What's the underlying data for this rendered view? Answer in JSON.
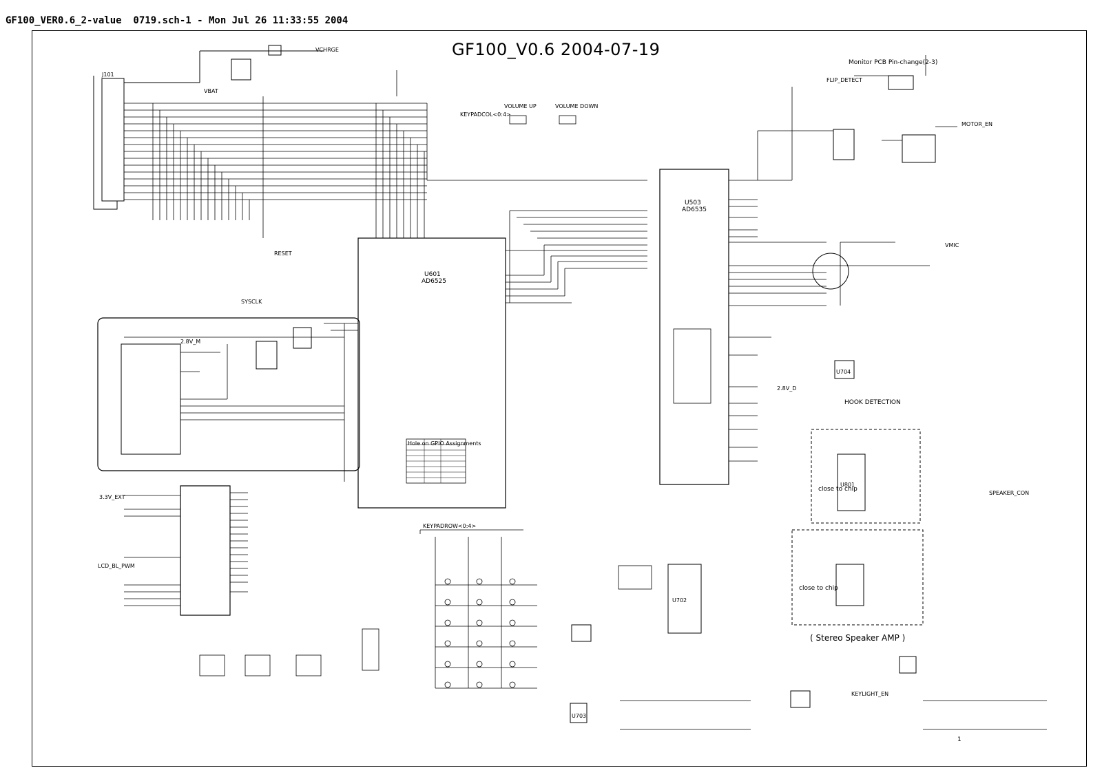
{
  "header": {
    "file_line": "GF100_VER0.6_2-value  0719.sch-1 - Mon Jul 26 11:33:55 2004"
  },
  "sheet": {
    "title": "GF100_V0.6 2004-07-19"
  },
  "labels": {
    "monitor_pcb": "Monitor PCB  Pin-change(2-3)",
    "hook_detection": "HOOK DETECTION",
    "close_to_chip_1": "close  to  chip",
    "close_to_chip_2": "close  to  chip",
    "stereo_amp": "( Stereo Speaker AMP )",
    "sheet_number": "1",
    "u601": "U601",
    "u601_part": "AD6525",
    "u503": "U503",
    "u503_part": "AD6535",
    "j101": "J101",
    "vchrge": "VCHRGE",
    "vbat": "VBAT",
    "motor_en": "MOTOR_EN",
    "keypadcol": "KEYPADCOL<0:4>",
    "keypadrow": "KEYPADROW<0:4>",
    "volume_up": "VOLUME UP",
    "volume_down": "VOLUME DOWN",
    "flip_detect": "FLIP_DETECT",
    "speaker_con": "SPEAKER_CON",
    "sel_table_title": "Hole on GPIO Assignments",
    "v3": "3.3V_EXT",
    "v28": "2.8V_M",
    "v28d": "2.8V_D",
    "vmic": "VMIC",
    "lcd_bl_pwm": "LCD_BL_PWM",
    "keylight_en": "KEYLIGHT_EN",
    "reset": "RESET",
    "sysclk": "SYSCLK",
    "u702": "U702",
    "u704": "U704",
    "u703": "U703",
    "u801": "U801"
  },
  "colors": {
    "ink": "#000000",
    "paper": "#ffffff"
  }
}
